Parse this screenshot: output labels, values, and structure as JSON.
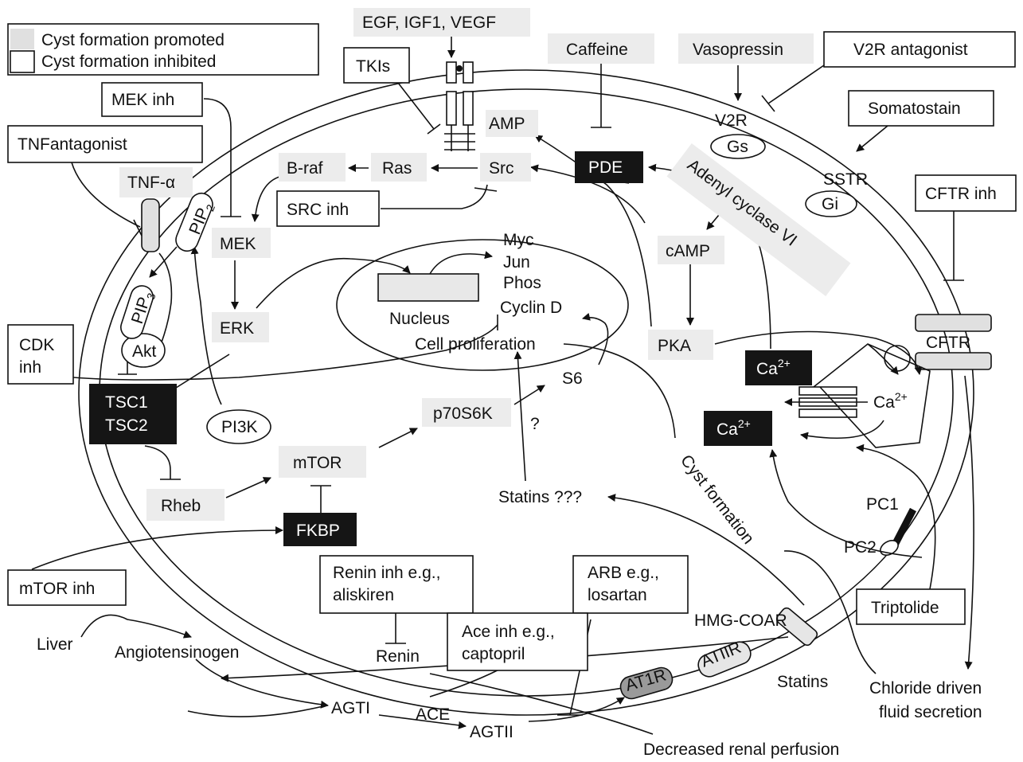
{
  "legend": {
    "promoted": "Cyst formation promoted",
    "inhibited": "Cyst formation inhibited"
  },
  "labels": {
    "egf": "EGF, IGF1, VEGF",
    "tkis": "TKIs",
    "caffeine": "Caffeine",
    "vasopressin": "Vasopressin",
    "v2r_antagonist": "V2R antagonist",
    "mek_inh": "MEK inh",
    "tnf_antagonist": "TNFantagonist",
    "somatostain": "Somatostain",
    "tnf_alpha": "TNF-α",
    "pip2": "PIP",
    "pip2_sub": "2",
    "amp": "AMP",
    "v2r": "V2R",
    "gs": "Gs",
    "b_raf": "B-raf",
    "ras": "Ras",
    "src": "Src",
    "pde": "PDE",
    "adenyl_cyclase": "Adenyl cyclase VI",
    "sstr": "SSTR",
    "gi": "Gi",
    "cftr_inh": "CFTR inh",
    "src_inh": "SRC inh",
    "mek": "MEK",
    "myc": "Myc",
    "jun": "Jun",
    "phos": "Phos",
    "camp": "cAMP",
    "pip3": "PIP",
    "pip3_sub": "3",
    "nucleus": "Nucleus",
    "cyclin_d": "Cyclin D",
    "erk": "ERK",
    "akt": "Akt",
    "cdk_inh_1": "CDK",
    "cdk_inh_2": "inh",
    "cell_proliferation": "Cell proliferation",
    "pka": "PKA",
    "cftr": "CFTR",
    "ca_base": "Ca",
    "ca_sup": "2+",
    "s6": "S6",
    "tsc1": "TSC1",
    "tsc2": "TSC2",
    "pi3k": "PI3K",
    "p70s6k": "p70S6K",
    "question": "?",
    "mtor": "mTOR",
    "rheb": "Rheb",
    "statins_q": "Statins ???",
    "cyst_formation": "Cyst formation",
    "pc1": "PC1",
    "pc2": "PC2",
    "fkbp": "FKBP",
    "renin_inh_1": "Renin inh e.g.,",
    "renin_inh_2": "aliskiren",
    "arb_1": "ARB e.g.,",
    "arb_2": "losartan",
    "mtor_inh": "mTOR inh",
    "triptolide": "Triptolide",
    "hmg_coar": "HMG-COAR",
    "liver": "Liver",
    "ace_inh_1": "Ace inh e.g.,",
    "ace_inh_2": "captopril",
    "angiotensinogen": "Angiotensinogen",
    "renin": "Renin",
    "atiir": "ATIIR",
    "at1r": "AT1R",
    "statins": "Statins",
    "chloride_1": "Chloride driven",
    "chloride_2": "fluid secretion",
    "agti": "AGTI",
    "ace": "ACE",
    "agtii": "AGTII",
    "decreased_perfusion": "Decreased renal perfusion"
  }
}
